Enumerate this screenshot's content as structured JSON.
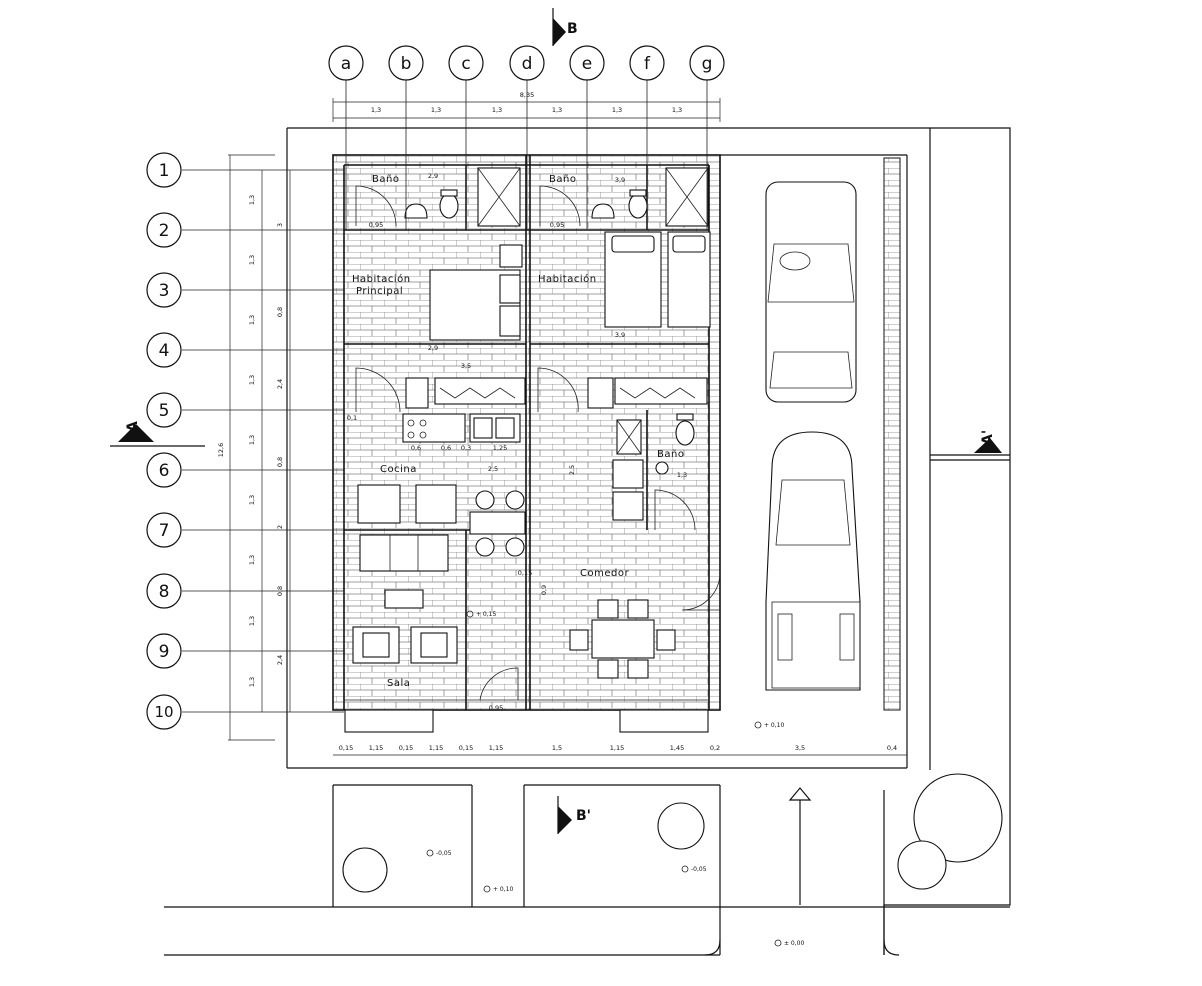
{
  "grid_axes": {
    "columns": [
      "a",
      "b",
      "c",
      "d",
      "e",
      "f",
      "g"
    ],
    "rows": [
      "1",
      "2",
      "3",
      "4",
      "5",
      "6",
      "7",
      "8",
      "9",
      "10"
    ]
  },
  "section_marks": {
    "b_top": "B",
    "b_bottom": "B'",
    "a_left": "A",
    "a_right": "A'"
  },
  "rooms": {
    "bano_1": "Baño",
    "bano_2": "Baño",
    "bano_3": "Baño",
    "habitacion_principal_1": "Habitación",
    "habitacion_principal_2": "Principal",
    "habitacion": "Habitación",
    "cocina": "Cocina",
    "comedor": "Comedor",
    "sala": "Sala"
  },
  "dimensions": {
    "top_total": "8,35",
    "top_segments": [
      "1,3",
      "1,3",
      "1,3",
      "1,3",
      "1,3",
      "1,3"
    ],
    "left_total": "12,6",
    "left_segments": [
      "1,3",
      "1,3",
      "1,3",
      "1,3",
      "1,3",
      "1,3",
      "1,3",
      "1,3",
      "1,3"
    ],
    "left_inner": [
      "3",
      "0,8",
      "2,4",
      "0,8",
      "2",
      "0,8",
      "2,4"
    ],
    "bottom_segments": [
      "0,15",
      "1,15",
      "0,15",
      "1,15",
      "0,15",
      "1,15",
      "1,5",
      "1,15",
      "1,45",
      "0,2",
      "3,5",
      "0,4"
    ],
    "interior": [
      "2,9",
      "0,95",
      "3,9",
      "0,95",
      "3,5",
      "0,6",
      "0,6",
      "0,3",
      "1,25",
      "0,1",
      "2,9",
      "2,5",
      "0,15",
      "1,3",
      "0,9",
      "0,95",
      "3,9",
      "2,5"
    ]
  },
  "levels": {
    "interior": "+ 0,15",
    "garage": "+ 0,10",
    "front_left": "-0,05",
    "front_mid": "-0,05",
    "walk": "+ 0,10",
    "street": "± 0,00"
  }
}
